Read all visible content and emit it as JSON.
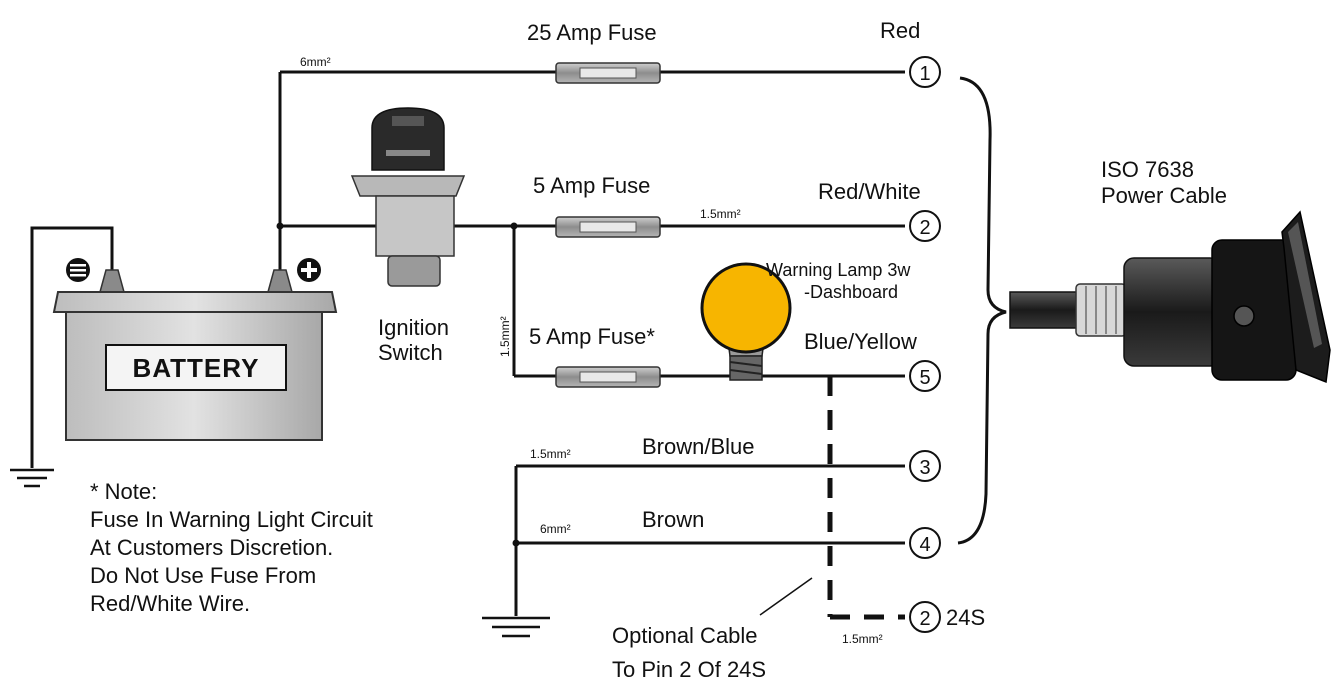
{
  "battery": {
    "label": "BATTERY"
  },
  "ignition": {
    "line1": "Ignition",
    "line2": "Switch"
  },
  "fuses": {
    "f25": "25 Amp Fuse",
    "f5a": "5 Amp Fuse",
    "f5b": "5 Amp Fuse*"
  },
  "lamp": {
    "line1": "Warning Lamp  3w",
    "line2": "-Dashboard"
  },
  "wires": {
    "w1": {
      "color": "Red",
      "pin": "1",
      "gauge": "6mm²"
    },
    "w2": {
      "color": "Red/White",
      "pin": "2",
      "gauge": "1.5mm²"
    },
    "w5": {
      "color": "Blue/Yellow",
      "pin": "5",
      "gauge": "1.5mm²"
    },
    "w3": {
      "color": "Brown/Blue",
      "pin": "3",
      "gauge": "1.5mm²"
    },
    "w4": {
      "color": "Brown",
      "pin": "4",
      "gauge": "6mm²"
    },
    "w24s": {
      "pin": "2",
      "suffix": "24S",
      "gauge": "1.5mm²"
    }
  },
  "connector": {
    "line1": "ISO 7638",
    "line2": "Power Cable"
  },
  "note": {
    "title": "*  Note:",
    "lines": [
      "Fuse In Warning Light Circuit",
      "At Customers Discretion.",
      "Do Not Use Fuse From",
      "Red/White Wire."
    ]
  },
  "optional": {
    "line1": "Optional Cable",
    "line2": "To Pin 2 Of 24S"
  }
}
